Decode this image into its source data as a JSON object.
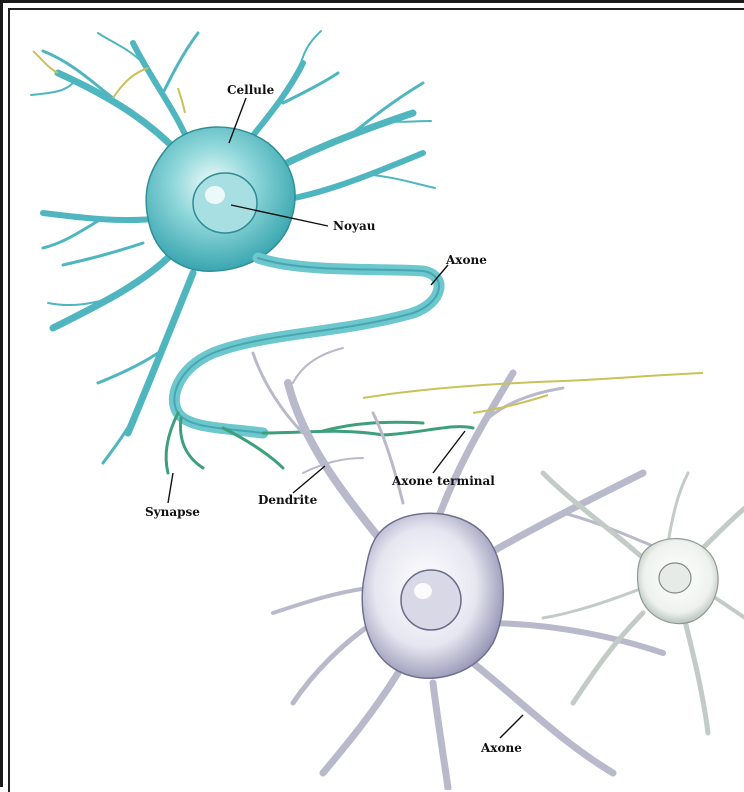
{
  "labels": {
    "cellule": "Cellule",
    "noyau": "Noyau",
    "axone_top": "Axone",
    "axone_terminal": "Axone terminal",
    "dendrite": "Dendrite",
    "synapse": "Synapse",
    "axone_bottom": "Axone"
  },
  "colors": {
    "neuron1_body": "#7fd3d6",
    "neuron1_dark": "#3aa6b0",
    "neuron2_body": "#e9e9f3",
    "neuron2_shade": "#9a9ab8",
    "dendrite_yellow": "#c9c25a"
  }
}
